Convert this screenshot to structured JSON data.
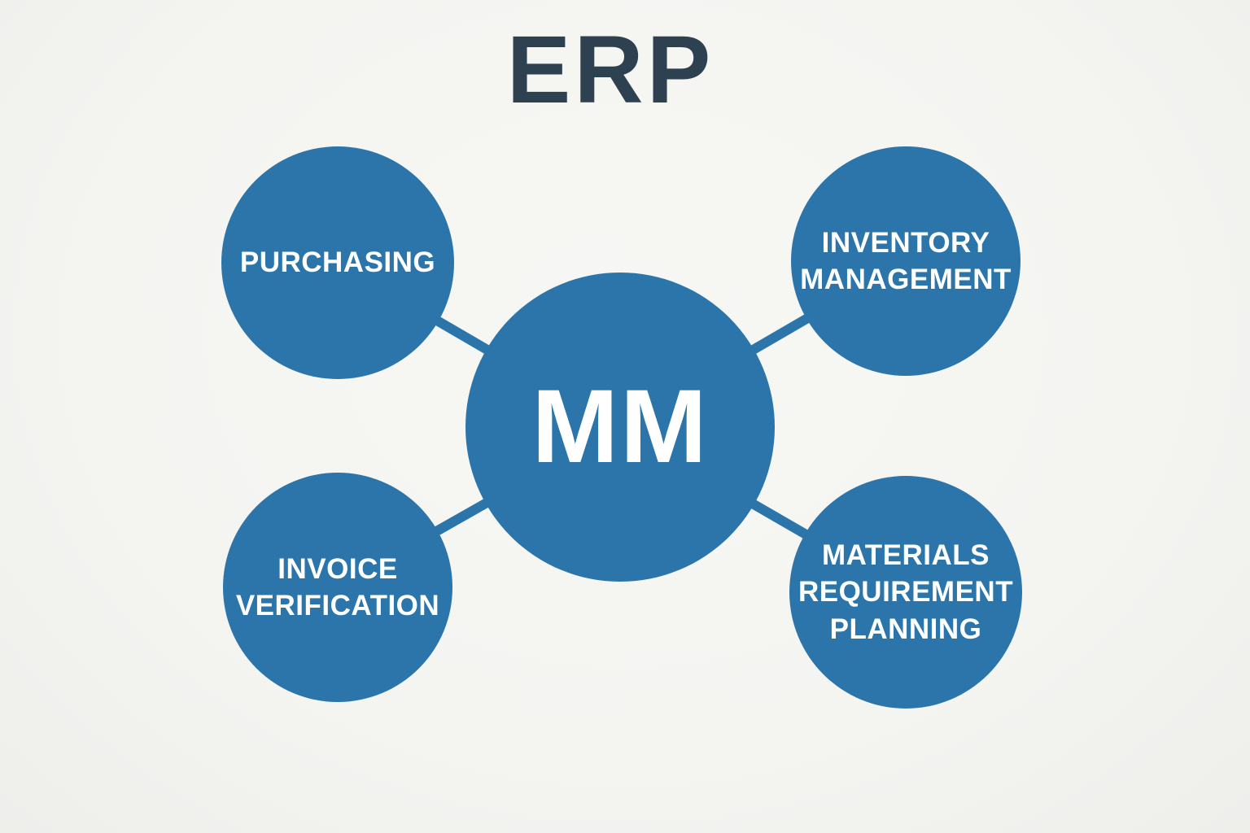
{
  "title": "ERP",
  "colors": {
    "background": "#f4f4f1",
    "circle": "#2b75ab",
    "title_text": "#2d4151",
    "node_text": "#ffffff"
  },
  "center_node": {
    "label": "MM"
  },
  "nodes": [
    {
      "id": "purchasing",
      "label": "PURCHASING"
    },
    {
      "id": "inventory-management",
      "label": "INVENTORY MANAGEMENT"
    },
    {
      "id": "invoice-verification",
      "label": "INVOICE VERIFICATION"
    },
    {
      "id": "materials-requirement-planning",
      "label": "MATERIALS REQUIREMENT PLANNING"
    }
  ]
}
